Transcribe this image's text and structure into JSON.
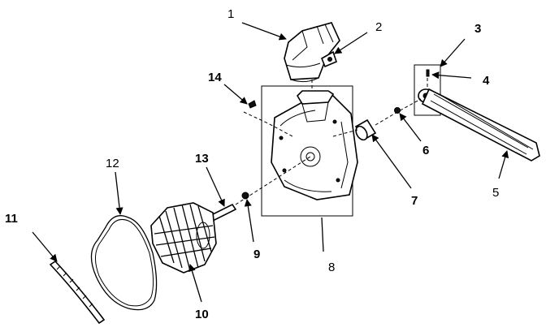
{
  "diagram": {
    "parts": [
      {
        "id": "1",
        "number": "1"
      },
      {
        "id": "2",
        "number": "2"
      },
      {
        "id": "3",
        "number": "3"
      },
      {
        "id": "4",
        "number": "4"
      },
      {
        "id": "5",
        "number": "5"
      },
      {
        "id": "6",
        "number": "6"
      },
      {
        "id": "7",
        "number": "7"
      },
      {
        "id": "8",
        "number": "8"
      },
      {
        "id": "9",
        "number": "9"
      },
      {
        "id": "10",
        "number": "10"
      },
      {
        "id": "11",
        "number": "11"
      },
      {
        "id": "12",
        "number": "12"
      },
      {
        "id": "13",
        "number": "13"
      },
      {
        "id": "14",
        "number": "14"
      }
    ]
  }
}
